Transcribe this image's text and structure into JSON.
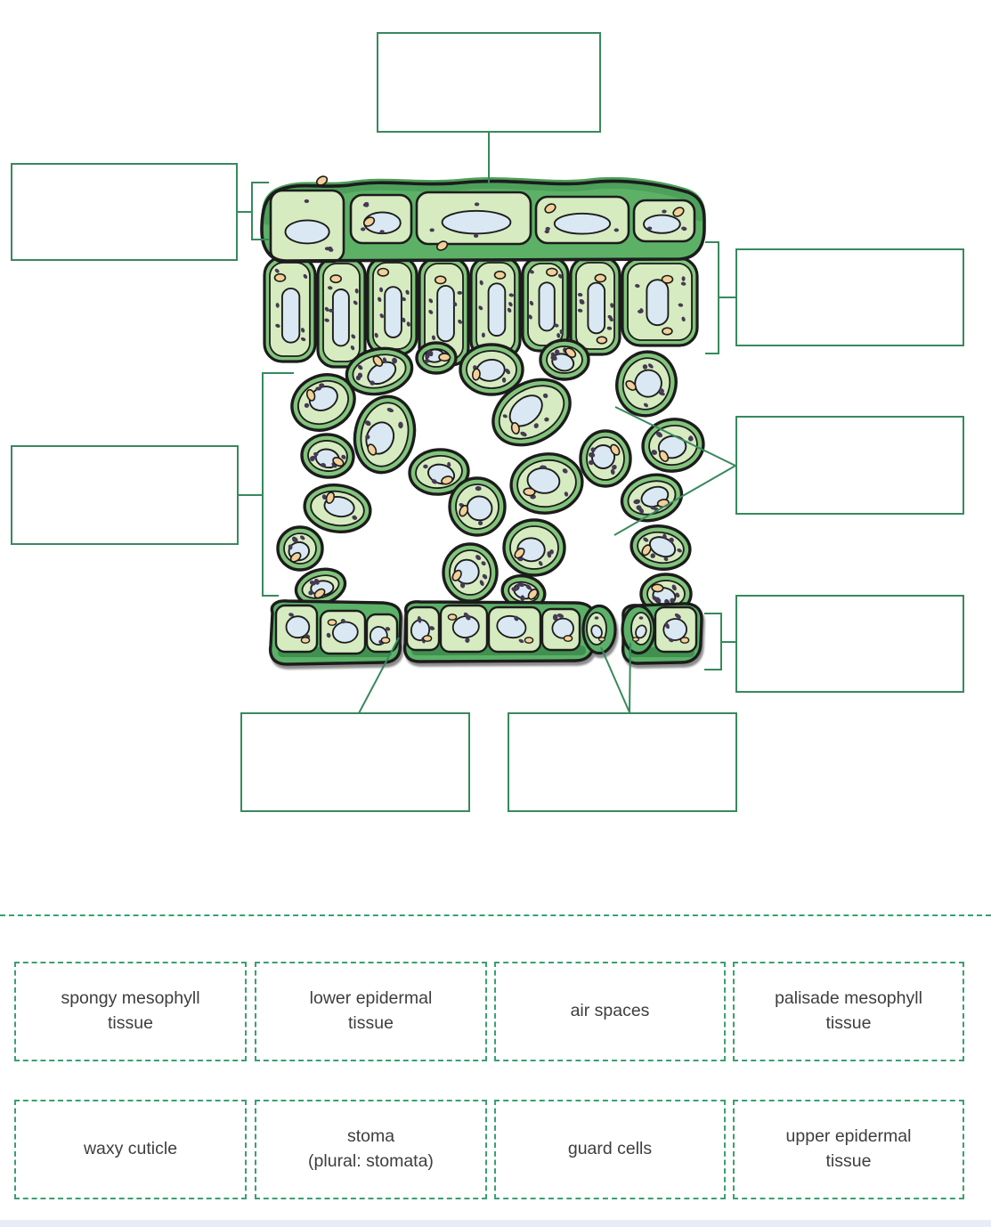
{
  "activity": {
    "type": "drag-and-drop labeling exercise",
    "subject": "cross-section of a leaf"
  },
  "palette": {
    "connector_green": "#38895e",
    "dashed_green": "#3aa071",
    "text_color": "#3e3e3e",
    "outline": "#1c1c1c",
    "strip_green": "#5cb167",
    "strip_top_band": "#4da05a",
    "strip_bottom_band": "#3f9150",
    "cell_rim_green": "#82c47c",
    "cell_fill_light": "#d7ebc0",
    "vacuole_blue": "#d9e8f2",
    "organelle_dot": "#453a55",
    "amyloplast_orange": "#f4cf97",
    "page_bottom_strip": "#e7edf6"
  },
  "label_boxes": [
    {
      "position": "top",
      "value": ""
    },
    {
      "position": "upper-left",
      "value": ""
    },
    {
      "position": "upper-right",
      "value": ""
    },
    {
      "position": "mid-left",
      "value": ""
    },
    {
      "position": "mid-right",
      "value": ""
    },
    {
      "position": "lower-right",
      "value": ""
    },
    {
      "position": "bottom-left",
      "value": ""
    },
    {
      "position": "bottom-right",
      "value": ""
    }
  ],
  "word_bank": {
    "options": [
      {
        "label": "spongy mesophyll\ntissue"
      },
      {
        "label": "lower epidermal\ntissue"
      },
      {
        "label": "air spaces"
      },
      {
        "label": "palisade mesophyll\ntissue"
      },
      {
        "label": "waxy cuticle"
      },
      {
        "label": "stoma\n(plural: stomata)"
      },
      {
        "label": "guard cells"
      },
      {
        "label": "upper epidermal\ntissue"
      }
    ]
  },
  "figure": {
    "title": "leaf cross-section illustration",
    "upper_epidermis_cells": [
      [
        304,
        214,
        82,
        80
      ],
      [
        394,
        219,
        68,
        54
      ],
      [
        468,
        216,
        128,
        58
      ],
      [
        602,
        221,
        104,
        52
      ],
      [
        712,
        225,
        68,
        46
      ]
    ],
    "palisade_cells": [
      [
        297,
        289,
        57,
        117
      ],
      [
        357,
        290,
        53,
        122
      ],
      [
        413,
        289,
        55,
        109
      ],
      [
        471,
        290,
        55,
        120
      ],
      [
        529,
        289,
        55,
        113
      ],
      [
        587,
        290,
        51,
        104
      ],
      [
        641,
        289,
        55,
        109
      ],
      [
        699,
        290,
        84,
        98
      ]
    ],
    "spongy_cells": [
      [
        363,
        452,
        36,
        30,
        -25
      ],
      [
        368,
        512,
        29,
        24,
        5
      ],
      [
        379,
        571,
        37,
        26,
        8
      ],
      [
        337,
        616,
        25,
        24,
        0
      ],
      [
        360,
        659,
        28,
        19,
        -15
      ],
      [
        426,
        417,
        37,
        25,
        -12
      ],
      [
        432,
        488,
        33,
        43,
        12
      ],
      [
        490,
        402,
        22,
        17,
        0
      ],
      [
        552,
        415,
        35,
        28,
        0
      ],
      [
        597,
        463,
        46,
        33,
        -30
      ],
      [
        493,
        530,
        33,
        25,
        -5
      ],
      [
        536,
        569,
        31,
        32,
        0
      ],
      [
        528,
        643,
        30,
        32,
        0
      ],
      [
        614,
        543,
        40,
        33,
        -8
      ],
      [
        600,
        615,
        34,
        31,
        0
      ],
      [
        588,
        665,
        24,
        18,
        12
      ],
      [
        634,
        404,
        27,
        22,
        0
      ],
      [
        726,
        431,
        33,
        36,
        15
      ],
      [
        680,
        515,
        28,
        31,
        0
      ],
      [
        756,
        500,
        34,
        29,
        -8
      ],
      [
        732,
        559,
        34,
        25,
        -15
      ],
      [
        742,
        615,
        33,
        24,
        8
      ],
      [
        748,
        667,
        28,
        22,
        0
      ]
    ],
    "lower_epidermis_cells": [
      [
        310,
        680,
        46,
        52
      ],
      [
        360,
        686,
        50,
        48
      ],
      [
        412,
        690,
        34,
        42
      ],
      [
        457,
        682,
        36,
        48
      ],
      [
        495,
        680,
        52,
        52
      ],
      [
        549,
        682,
        58,
        50
      ],
      [
        609,
        684,
        42,
        46
      ],
      [
        736,
        682,
        46,
        50
      ]
    ],
    "guard_cells": [
      [
        673,
        707
      ],
      [
        717,
        707
      ]
    ]
  }
}
